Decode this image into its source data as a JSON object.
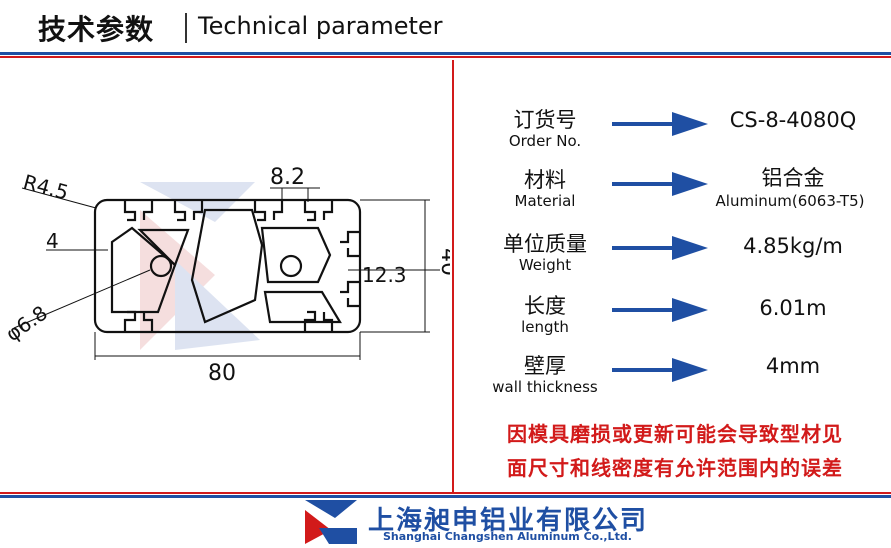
{
  "header": {
    "title_cn": "技术参数",
    "title_en": "Technical parameter"
  },
  "drawing": {
    "radius_label": "R4.5",
    "slot_width_label": "8.2",
    "wall_label": "4",
    "height_label": "40",
    "slot_depth_label": "12.3",
    "hole_label": "φ6.8",
    "width_label": "80"
  },
  "params": [
    {
      "label_cn": "订货号",
      "label_en": "Order No.",
      "value": "CS-8-4080Q",
      "sub": ""
    },
    {
      "label_cn": "材料",
      "label_en": "Material",
      "value": "铝合金",
      "sub": "Aluminum(6063-T5)"
    },
    {
      "label_cn": "单位质量",
      "label_en": "Weight",
      "value": "4.85kg/m",
      "sub": ""
    },
    {
      "label_cn": "长度",
      "label_en": "length",
      "value": "6.01m",
      "sub": ""
    },
    {
      "label_cn": "壁厚",
      "label_en": "wall thickness",
      "value": "4mm",
      "sub": ""
    }
  ],
  "notice": {
    "line1": "因模具磨损或更新可能会导致型材见",
    "line2": "面尺寸和线密度有允许范围内的误差"
  },
  "footer": {
    "company_cn": "上海昶申铝业有限公司",
    "company_en": "Shanghai  Changshen  Aluminum  Co.,Ltd."
  },
  "colors": {
    "accent_red": "#d21a1a",
    "accent_blue": "#1f4fa3"
  }
}
